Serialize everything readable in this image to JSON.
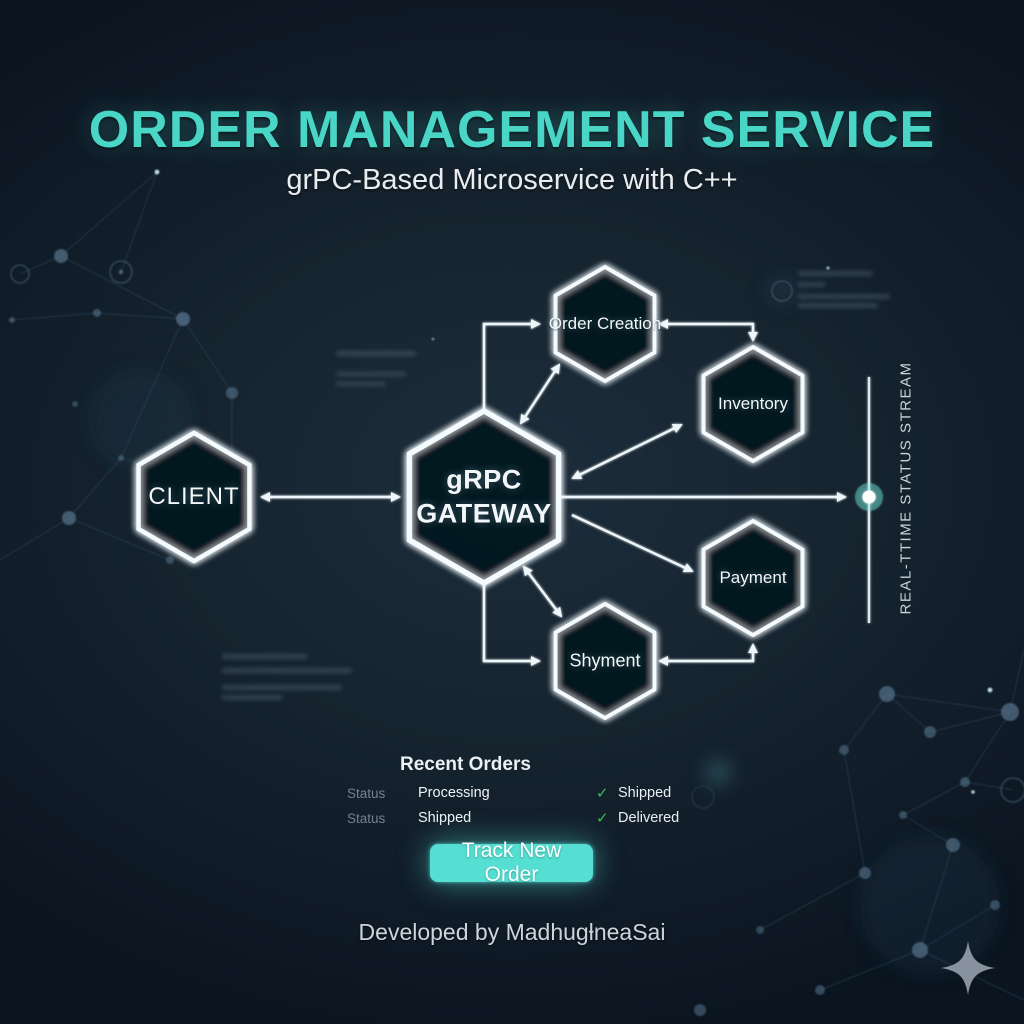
{
  "header": {
    "title": "ORDER MANAGEMENT SERVICE",
    "subtitle": "grPC-Based Microservice with C++"
  },
  "diagram": {
    "nodes": [
      {
        "id": "client",
        "label": "CLIENT"
      },
      {
        "id": "gateway",
        "label": "gRPC GATEWAY",
        "line1": "gRPC",
        "line2": "GATEWAY"
      },
      {
        "id": "order-creation",
        "label": "Order Creation"
      },
      {
        "id": "inventory",
        "label": "Inventory"
      },
      {
        "id": "payment",
        "label": "Payment"
      },
      {
        "id": "shipment",
        "label": "Shyment"
      }
    ],
    "stream_axis_label": "REAL-TTIME STATUS STREAM"
  },
  "orders_panel": {
    "title": "Recent Orders",
    "rows": [
      {
        "label": "Status",
        "value": "Processing",
        "check": "✓",
        "status": "Shipped"
      },
      {
        "label": "Status",
        "value": "Shipped",
        "check": "✓",
        "status": "Delivered"
      }
    ],
    "button_label": "Track New Order"
  },
  "footer": {
    "credit": "Developed by MadhugƚneaSai"
  },
  "colors": {
    "accent_teal": "#49d6c6",
    "button_teal": "#55ded2",
    "check_green": "#2fc24f",
    "background_navy": "#14212e",
    "stroke_white": "#f2f9fd"
  }
}
